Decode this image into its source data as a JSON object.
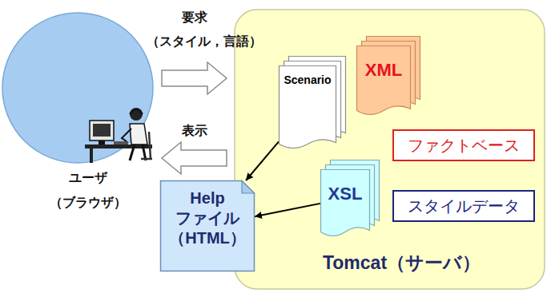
{
  "diagram": {
    "nodes": [
      {
        "text": [
          "ユーザ",
          "（ブラウザ）"
        ]
      },
      {
        "text": [
          "Tomcat（サーバ）"
        ]
      },
      {
        "text": [
          "Scenario"
        ],
        "in": 1
      },
      {
        "text": [
          "XML"
        ],
        "in": 1
      },
      {
        "text": [
          "ファクトベース"
        ],
        "in": 1
      },
      {
        "text": [
          "XSL"
        ],
        "in": 1
      },
      {
        "text": [
          "スタイルデータ"
        ],
        "in": 1
      },
      {
        "text": [
          "Help ファイル （HTML）"
        ]
      }
    ],
    "edges": [
      {
        "from": 0,
        "to": 1,
        "label": "要求",
        "arrow": "to"
      },
      {
        "from": 1,
        "to": 0,
        "label": "表示",
        "arrow": "to"
      },
      {
        "from": 2,
        "to": 7,
        "arrow": "to"
      },
      {
        "from": 5,
        "to": 7,
        "arrow": "to"
      }
    ],
    "labels": [
      "（スタイル，言語）"
    ]
  }
}
